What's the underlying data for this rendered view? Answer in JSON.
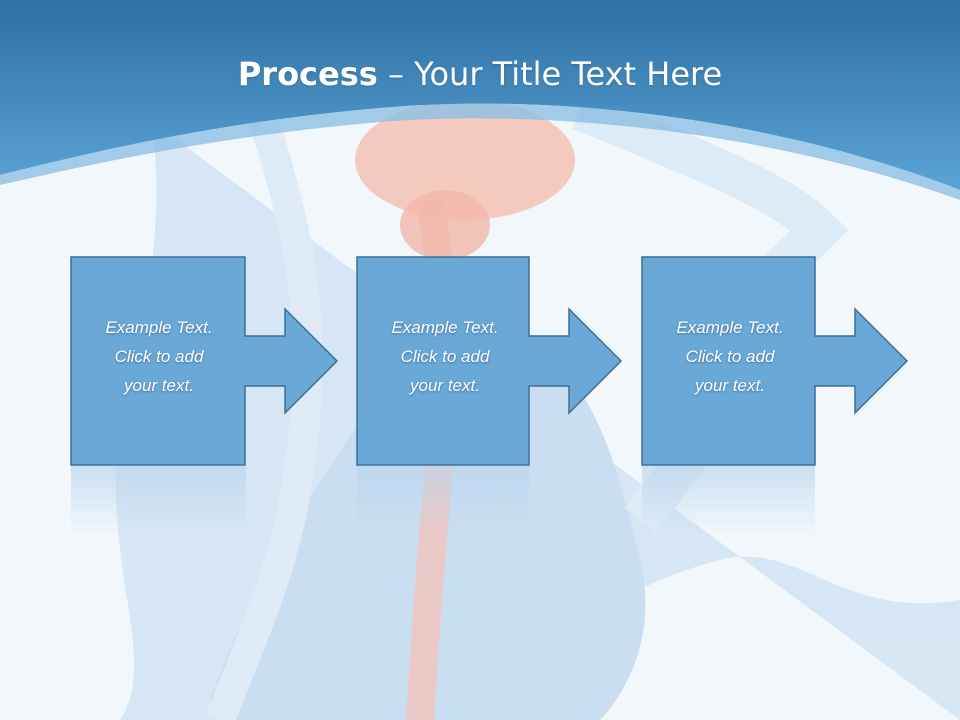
{
  "slide": {
    "title_bold": "Process",
    "title_rest": " – Your Title Text Here"
  },
  "steps": [
    {
      "text": "Example Text.\nClick  to add\nyour text."
    },
    {
      "text": "Example Text.\nClick  to add\nyour text."
    },
    {
      "text": "Example Text.\nClick  to add\nyour text."
    }
  ],
  "colors": {
    "header_blue": "#3f86bd",
    "box_fill": "#6aa8d8",
    "box_border": "#3d6f96",
    "organ_red": "#f08a78"
  }
}
